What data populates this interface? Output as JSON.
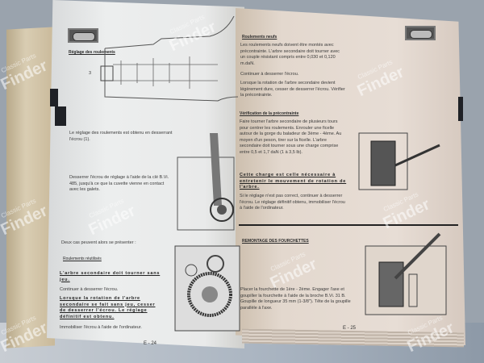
{
  "left_page": {
    "heading": "Réglage des roulements",
    "figure_callout": "3",
    "para1": "Le réglage des roulements est obtenu en desserrant l'écrou (1).",
    "para2": "Desserrer l'écrou de réglage à l'aide de la clé B.Vi. 485, jusqu'à ce que la cuvette vienne en contact avec les galets.",
    "para3": "Deux cas peuvent alors se présenter :",
    "subheading": "Roulements réutilisés",
    "para4": "L'arbre secondaire doit tourner sans jeu.",
    "para5": "Continuer à desserrer l'écrou.",
    "para6": "Lorsque la rotation de l'arbre secondaire se fait sans jeu, cesser de desserrer l'écrou. Le réglage définitif est obtenu.",
    "para7": "Immobiliser l'écrou à l'aide de l'ordinateur.",
    "page_number": "E - 24"
  },
  "right_page": {
    "heading1": "Roulements neufs",
    "para1": "Les roulements neufs doivent être montés avec précontrainte. L'arbre secondaire doit tourner avec un couple résistant compris entre 0,030 et 0,120 m.daN.",
    "para2": "Continuer à desserrer l'écrou.",
    "para3": "Lorsque la rotation de l'arbre secondaire devient légèrement dure, cesser de desserrer l'écrou. Vérifier la précontrainte.",
    "heading2": "Vérification de la précontrainte",
    "para4": "Faire tourner l'arbre secondaire de plusieurs tours pour centrer les roulements. Enrouler une ficelle autour de la gorge du baladeur de 3ème - 4ème. Au moyen d'un peson, tirer sur la ficelle. L'arbre secondaire doit tourner sous une charge comprise entre 0,5 et 1,7 daN (1 à 3,5 lb).",
    "para5": "Cette charge est celle nécessaire à entretenir le mouvement de rotation de l'arbre.",
    "para6": "Si le réglage n'est pas correct, continuer à desserrer l'écrou. Le réglage définitif obtenu, immobiliser l'écrou à l'aide de l'ordinateur.",
    "heading3": "REMONTAGE DES FOURCHETTES",
    "para7": "Placer la fourchette de 1ère - 2ème. Engager l'axe et goupiller la fourchette à l'aide de la broche B.Vi. 31 B. Goupille de longueur 35 mm (1-3/8\"). Tête de la goupille parallèle à l'axe.",
    "page_number": "E - 25"
  },
  "watermark": {
    "line1": "Classic Parts",
    "line2": "Finder"
  }
}
